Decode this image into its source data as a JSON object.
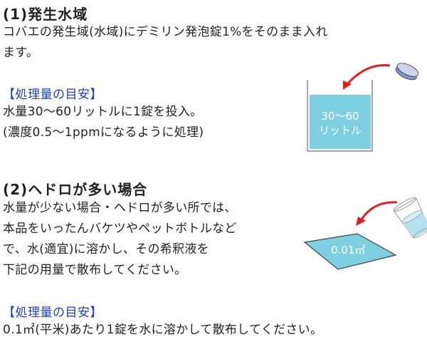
{
  "section1": {
    "heading": "(1)発生水域",
    "body_lines": [
      "コバエの発生域(水域)にデミリン発泡錠1%をそのまま入れ",
      "ます。"
    ],
    "guide_title": "【処理量の目安】",
    "guide_lines": [
      "水量30～60リットルに1錠を投入。",
      "(濃度0.5～1ppmになるように処理)"
    ],
    "illustration": {
      "tank_label_line1": "30～60",
      "tank_label_line2": "リットル",
      "water_color": "#7fcfe3",
      "arrow_color": "#e02020",
      "tablet_color": "#8fa6d8"
    }
  },
  "section2": {
    "heading": "(2)ヘドロが多い場合",
    "body_lines": [
      "水量が少ない場合・ヘドロが多い所では、",
      "本品をいったんバケツやペットボトルなど",
      "で、水(適宜)に溶かし、その希釈液を",
      "下記の用量で散布してください。"
    ],
    "guide_title": "【処理量の目安】",
    "guide_lines": [
      "0.1㎡(平米)あたり1錠を水に溶かして散布してください。"
    ],
    "illustration": {
      "area_label": "0.01㎡",
      "area_color": "#7fcfe3",
      "arrow_color": "#e02020"
    }
  }
}
